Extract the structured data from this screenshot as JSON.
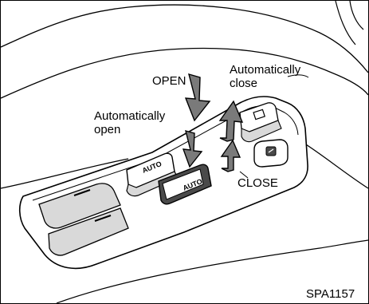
{
  "labels": {
    "open": "OPEN",
    "auto_close_line1": "Automatically",
    "auto_close_line2": "close",
    "auto_open_line1": "Automatically",
    "auto_open_line2": "open",
    "close": "CLOSE",
    "figure_code": "SPA1157"
  },
  "button_text": {
    "left_auto": "AUTO",
    "right_auto": "AUTO"
  },
  "colors": {
    "ink": "#000000",
    "paper": "#ffffff",
    "arrow_fill": "#7a7a7a",
    "panel_shade": "#d9d9d9",
    "button_dark": "#4a4a4a"
  }
}
